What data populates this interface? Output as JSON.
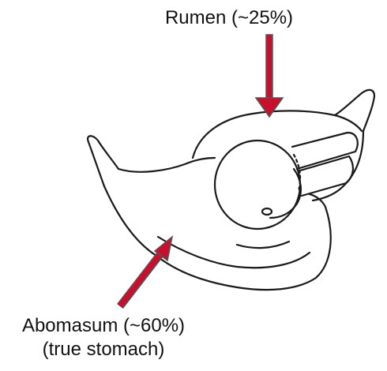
{
  "labels": {
    "rumen": "Rumen (~25%)",
    "abomasum": "Abomasum (~60%)",
    "abomasum_note": "(true stomach)"
  },
  "colors": {
    "arrow": "#c8102e",
    "arrow_outline": "#555555",
    "sketch_line": "#1a1a1a",
    "background": "#ffffff"
  }
}
